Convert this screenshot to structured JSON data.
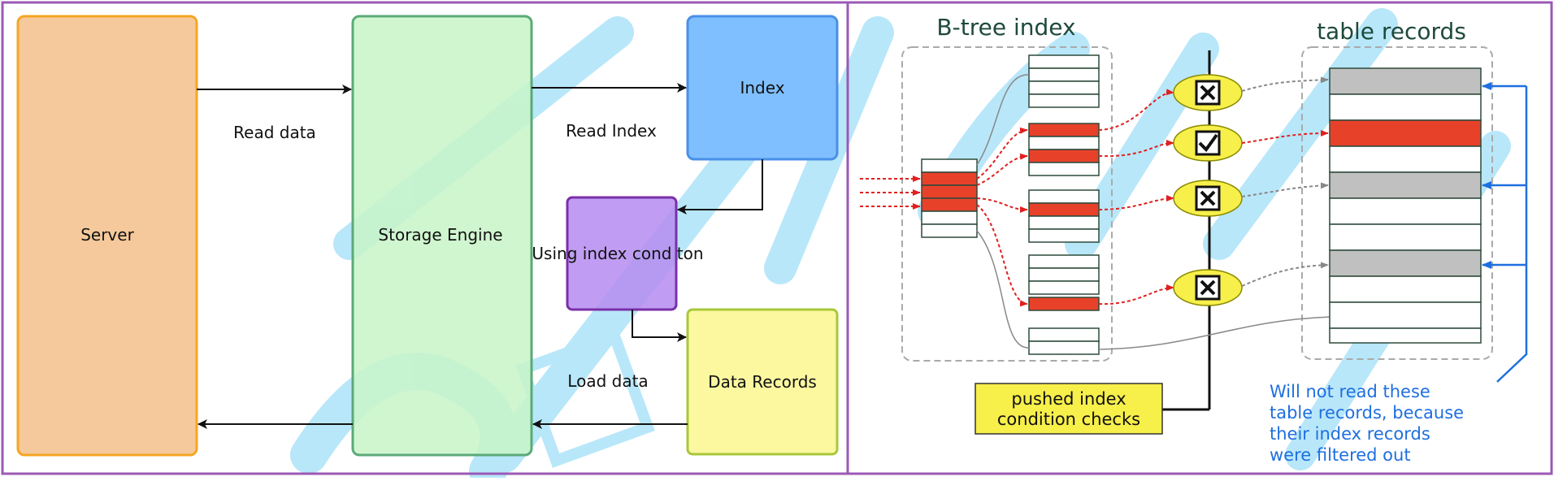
{
  "left_diagram": {
    "server_label": "Server",
    "storage_engine_label": "Storage Engine",
    "index_label": "Index",
    "using_index_condition_label": "Using index cond ton",
    "data_records_label": "Data Records",
    "read_data_label": "Read data",
    "read_index_label": "Read Index",
    "load_data_label": "Load data"
  },
  "right_diagram": {
    "btree_title": "B-tree index",
    "table_records_title": "table records",
    "pushed_checks_label_line1": "pushed index",
    "pushed_checks_label_line2": "condition checks",
    "note_line1": "Will not read these",
    "note_line2": "table records, because",
    "note_line3": "their index records",
    "note_line4": "were filtered out",
    "check_results": [
      "rejected",
      "accepted",
      "rejected",
      "rejected"
    ]
  },
  "colors": {
    "frame": "#9b59b6",
    "server_fill": "#f5c99b",
    "server_stroke": "#f5a623",
    "storage_fill": "#c8f5c8",
    "storage_stroke": "#5aaa78",
    "index_fill": "#7fbfff",
    "index_stroke": "#4a8fe8",
    "icp_fill": "#b58cf0",
    "icp_stroke": "#7a2fa8",
    "data_fill": "#fbf796",
    "data_stroke": "#a8c83a",
    "red_entry": "#e8412a",
    "gray_record": "#c0c0c0",
    "check_ellipse": "#f7ef4a",
    "note_blue": "#1e6fe0",
    "watermark": "#7fd4f5"
  }
}
